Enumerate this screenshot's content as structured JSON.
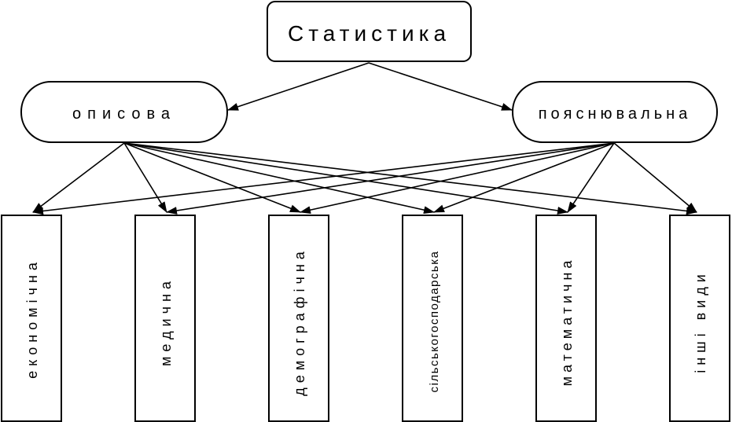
{
  "diagram": {
    "root": {
      "label": "Статистика"
    },
    "branches": [
      {
        "id": "descriptive",
        "label": "описова"
      },
      {
        "id": "explanatory",
        "label": "пояснювальна"
      }
    ],
    "leaves": [
      {
        "id": "economic",
        "label": "економічна"
      },
      {
        "id": "medical",
        "label": "медична"
      },
      {
        "id": "demographic",
        "label": "демографічна"
      },
      {
        "id": "agricultural",
        "label": "сільськогосподарська"
      },
      {
        "id": "mathematical",
        "label": "математична"
      },
      {
        "id": "other",
        "label": "інші види"
      }
    ],
    "edges": [
      {
        "from": "root",
        "to": "descriptive"
      },
      {
        "from": "root",
        "to": "explanatory"
      },
      {
        "from": "descriptive",
        "to": "economic"
      },
      {
        "from": "descriptive",
        "to": "medical"
      },
      {
        "from": "descriptive",
        "to": "demographic"
      },
      {
        "from": "descriptive",
        "to": "agricultural"
      },
      {
        "from": "descriptive",
        "to": "mathematical"
      },
      {
        "from": "descriptive",
        "to": "other"
      },
      {
        "from": "explanatory",
        "to": "economic"
      },
      {
        "from": "explanatory",
        "to": "medical"
      },
      {
        "from": "explanatory",
        "to": "demographic"
      },
      {
        "from": "explanatory",
        "to": "agricultural"
      },
      {
        "from": "explanatory",
        "to": "mathematical"
      },
      {
        "from": "explanatory",
        "to": "other"
      }
    ],
    "colors": {
      "stroke": "#000000",
      "fill": "#ffffff"
    }
  }
}
